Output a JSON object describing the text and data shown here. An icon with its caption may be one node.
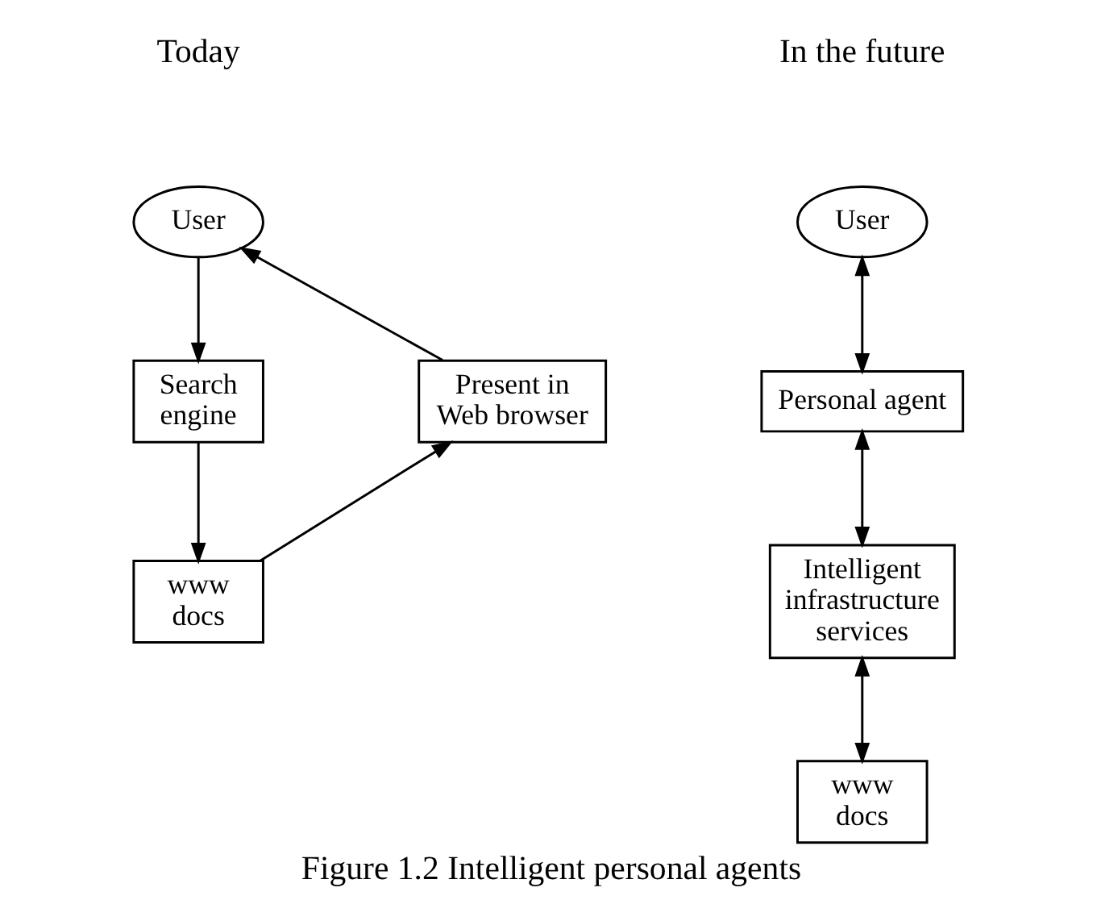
{
  "diagram": {
    "caption": "Figure 1.2 Intelligent personal agents",
    "nodes": [
      {
        "text": [
          "User"
        ]
      },
      {
        "text": [
          "Present in Web browser"
        ]
      },
      {
        "text": [
          "Search engine"
        ]
      },
      {
        "text": [
          "www docs"
        ]
      },
      {
        "text": [
          "User"
        ]
      },
      {
        "text": [
          "Personal agent"
        ]
      },
      {
        "text": [
          "Intelligent infrastructure services"
        ]
      },
      {
        "text": [
          "www docs"
        ]
      }
    ],
    "edges": [
      {
        "from": 0,
        "to": 2,
        "arrow": "to"
      },
      {
        "from": 2,
        "to": 3,
        "arrow": "to"
      },
      {
        "from": 3,
        "to": 1,
        "arrow": "to"
      },
      {
        "from": 1,
        "to": 0,
        "arrow": "to"
      },
      {
        "from": 4,
        "to": 5,
        "arrow": "both"
      },
      {
        "from": 5,
        "to": 6,
        "arrow": "both"
      },
      {
        "from": 6,
        "to": 7,
        "arrow": "both"
      }
    ],
    "labels": [
      "Today",
      "In the future"
    ]
  }
}
